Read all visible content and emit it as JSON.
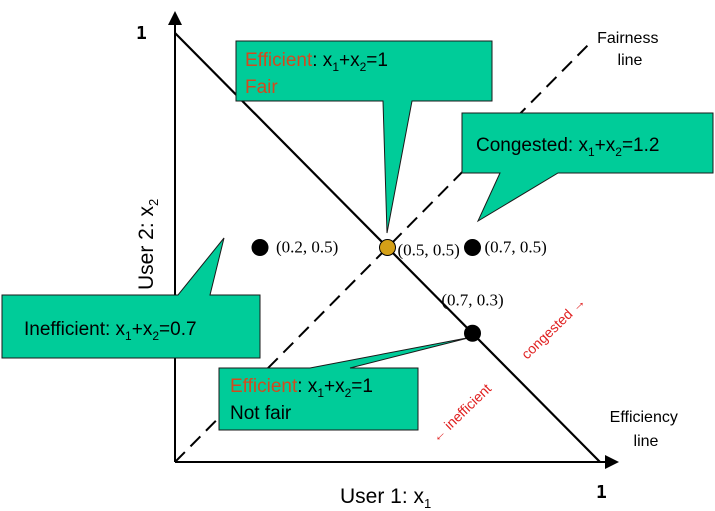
{
  "colors": {
    "callout_fill": "#00CC99",
    "callout_stroke": "#1a1a1a",
    "accent_text": "#D24A1E",
    "red_annotation": "#E02020",
    "point_fill": "#000000",
    "fair_point_fill": "#D4A017"
  },
  "axes": {
    "y_max_label": "1",
    "x_max_label": "1",
    "x_label": "User 1: x",
    "x_label_sub": "1",
    "y_label": "User 2: x",
    "y_label_sub": "2"
  },
  "lines": {
    "fairness_label_1": "Fairness",
    "fairness_label_2": "line",
    "efficiency_label_1": "Efficiency",
    "efficiency_label_2": "line",
    "inefficient_arrow": "← inefficient",
    "congested_arrow": "congested →"
  },
  "points": [
    {
      "label": "(0.2, 0.5)",
      "x": 0.2,
      "y": 0.5,
      "fill": "#000000"
    },
    {
      "label": "(0.5, 0.5)",
      "x": 0.5,
      "y": 0.5,
      "fill": "#D4A017"
    },
    {
      "label": "(0.7, 0.5)",
      "x": 0.7,
      "y": 0.5,
      "fill": "#000000"
    },
    {
      "label": "(0.7, 0.3)",
      "x": 0.7,
      "y": 0.3,
      "fill": "#000000"
    }
  ],
  "callouts": {
    "efficient_fair": {
      "accent": "Efficient",
      "text": ": x",
      "sub1": "1",
      "plus": "+x",
      "sub2": "2",
      "eq": "=1",
      "line2": "Fair"
    },
    "congested": {
      "text": "Congested: x",
      "sub1": "1",
      "plus": "+x",
      "sub2": "2",
      "eq": "=1.2"
    },
    "inefficient": {
      "text": "Inefficient: x",
      "sub1": "1",
      "plus": "+x",
      "sub2": "2",
      "eq": "=0.7"
    },
    "efficient_unfair": {
      "accent": "Efficient",
      "text": ": x",
      "sub1": "1",
      "plus": "+x",
      "sub2": "2",
      "eq": "=1",
      "line2": "Not fair"
    }
  }
}
